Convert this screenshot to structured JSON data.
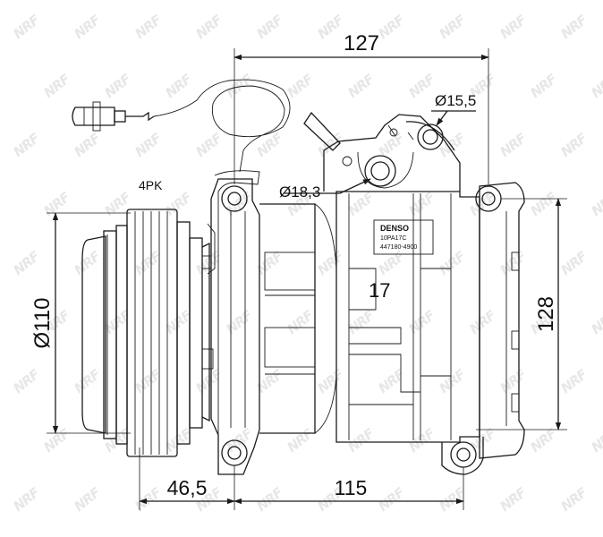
{
  "watermark": {
    "text": "NRF"
  },
  "dimensions": {
    "width_top": "127",
    "hole_top_diameter": "Ø15,5",
    "hole_mid_diameter": "Ø18,3",
    "pulley_diameter": "Ø110",
    "height_right": "128",
    "offset_bottom_left": "46,5",
    "width_bottom": "115"
  },
  "labels": {
    "pulley_grooves": "4PK",
    "ring_number": "17"
  },
  "nameplate": {
    "brand": "DENSO",
    "model": "10PA17C",
    "part_number": "447180-4900"
  }
}
